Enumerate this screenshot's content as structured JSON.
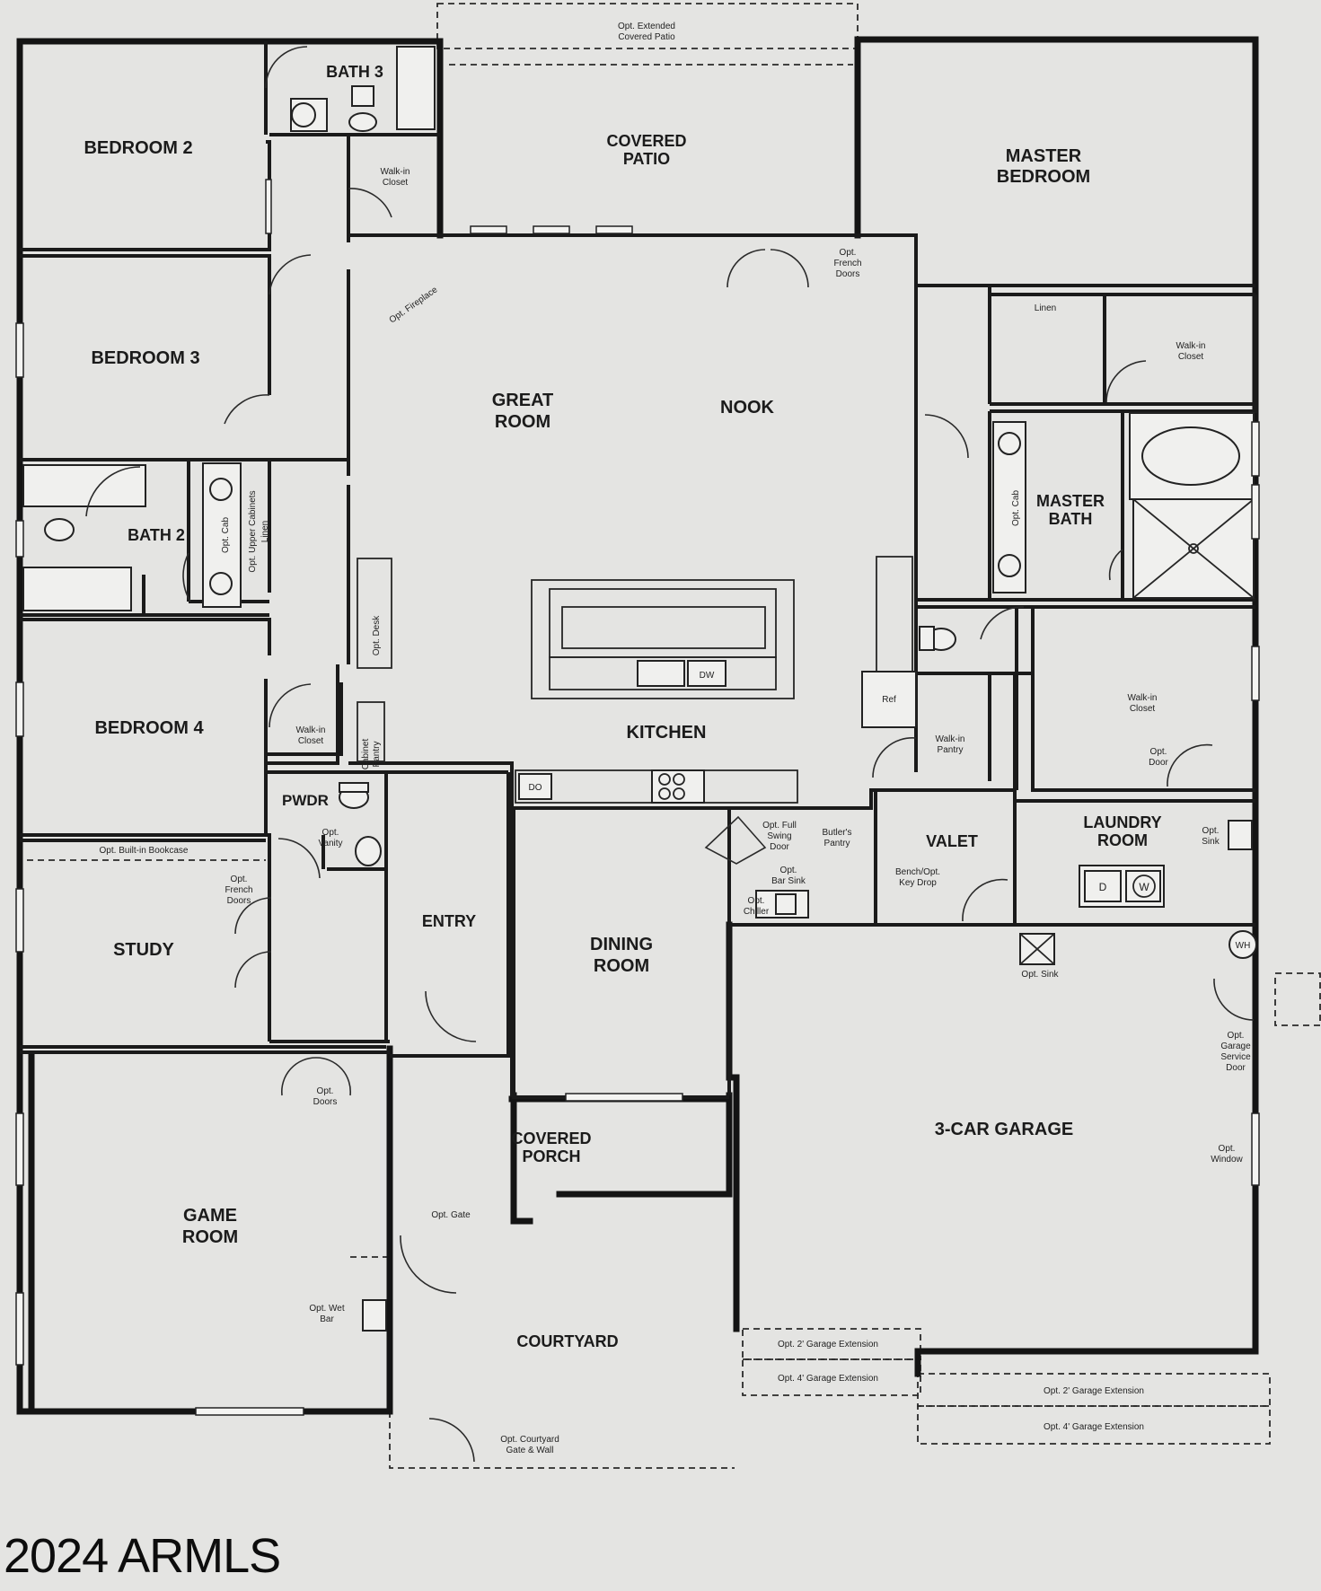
{
  "watermark": "2024 ARMLS",
  "rooms": {
    "bedroom2": "BEDROOM 2",
    "bath3": "BATH 3",
    "covered_patio": [
      "COVERED",
      "PATIO"
    ],
    "master_bedroom": [
      "MASTER",
      "BEDROOM"
    ],
    "bedroom3": "BEDROOM 3",
    "great_room": [
      "GREAT",
      "ROOM"
    ],
    "nook": "NOOK",
    "bath2": "BATH 2",
    "master_bath": [
      "MASTER",
      "BATH"
    ],
    "kitchen": "KITCHEN",
    "bedroom4": "BEDROOM 4",
    "pwdr": "PWDR",
    "valet": "VALET",
    "laundry_room": [
      "LAUNDRY",
      "ROOM"
    ],
    "study": "STUDY",
    "entry": "ENTRY",
    "dining_room": [
      "DINING",
      "ROOM"
    ],
    "covered_porch": [
      "COVERED",
      "PORCH"
    ],
    "garage": "3-CAR GARAGE",
    "game_room": [
      "GAME",
      "ROOM"
    ],
    "courtyard": "COURTYARD"
  },
  "notes": {
    "opt_extended_patio": [
      "Opt. Extended",
      "Covered Patio"
    ],
    "walk_in_closet_top": [
      "Walk-in",
      "Closet"
    ],
    "opt_fireplace": "Opt. Fireplace",
    "opt_french_doors_nook": [
      "Opt.",
      "French",
      "Doors"
    ],
    "linen_master": "Linen",
    "walk_in_closet_master": [
      "Walk-in",
      "Closet"
    ],
    "opt_upper_cabinets": [
      "Opt. Upper Cabinets",
      "Linen"
    ],
    "opt_cab_bath2": "Opt. Cab",
    "opt_cab_master": "Opt. Cab",
    "opt_desk": "Opt. Desk",
    "dw": "DW",
    "ref": "Ref",
    "walk_in_closet_master2": [
      "Walk-in",
      "Closet"
    ],
    "walk_in_closet_bed4": [
      "Walk-in",
      "Closet"
    ],
    "cabinet_pantry": [
      "Cabinet",
      "Pantry"
    ],
    "walk_in_pantry": [
      "Walk-in",
      "Pantry"
    ],
    "opt_door": [
      "Opt.",
      "Door"
    ],
    "do": "DO",
    "opt_vanity": [
      "Opt.",
      "Vanity"
    ],
    "opt_full_swing_door": [
      "Opt. Full",
      "Swing",
      "Door"
    ],
    "butlers_pantry": [
      "Butler's",
      "Pantry"
    ],
    "bench_key_drop": [
      "Bench/Opt.",
      "Key Drop"
    ],
    "opt_sink_laundry": [
      "Opt.",
      "Sink"
    ],
    "opt_bar_sink": [
      "Opt.",
      "Bar Sink"
    ],
    "opt_chiller": [
      "Opt.",
      "Chiller"
    ],
    "d": "D",
    "w": "W",
    "opt_built_in_bookcase": "Opt. Built-in Bookcase",
    "opt_french_doors_study": [
      "Opt.",
      "French",
      "Doors"
    ],
    "wh": "WH",
    "opt_sink_garage": "Opt. Sink",
    "opt_garage_service_door": [
      "Opt.",
      "Garage",
      "Service",
      "Door"
    ],
    "opt_doors_game": [
      "Opt.",
      "Doors"
    ],
    "opt_window": [
      "Opt.",
      "Window"
    ],
    "opt_gate": "Opt. Gate",
    "opt_wet_bar": [
      "Opt. Wet",
      "Bar"
    ],
    "opt_courtyard_gate_wall": [
      "Opt. Courtyard",
      "Gate & Wall"
    ],
    "opt_2_garage_ext_left": "Opt. 2' Garage Extension",
    "opt_4_garage_ext_left": "Opt. 4' Garage Extension",
    "opt_2_garage_ext_right": "Opt. 2' Garage Extension",
    "opt_4_garage_ext_right": "Opt. 4' Garage Extension"
  }
}
